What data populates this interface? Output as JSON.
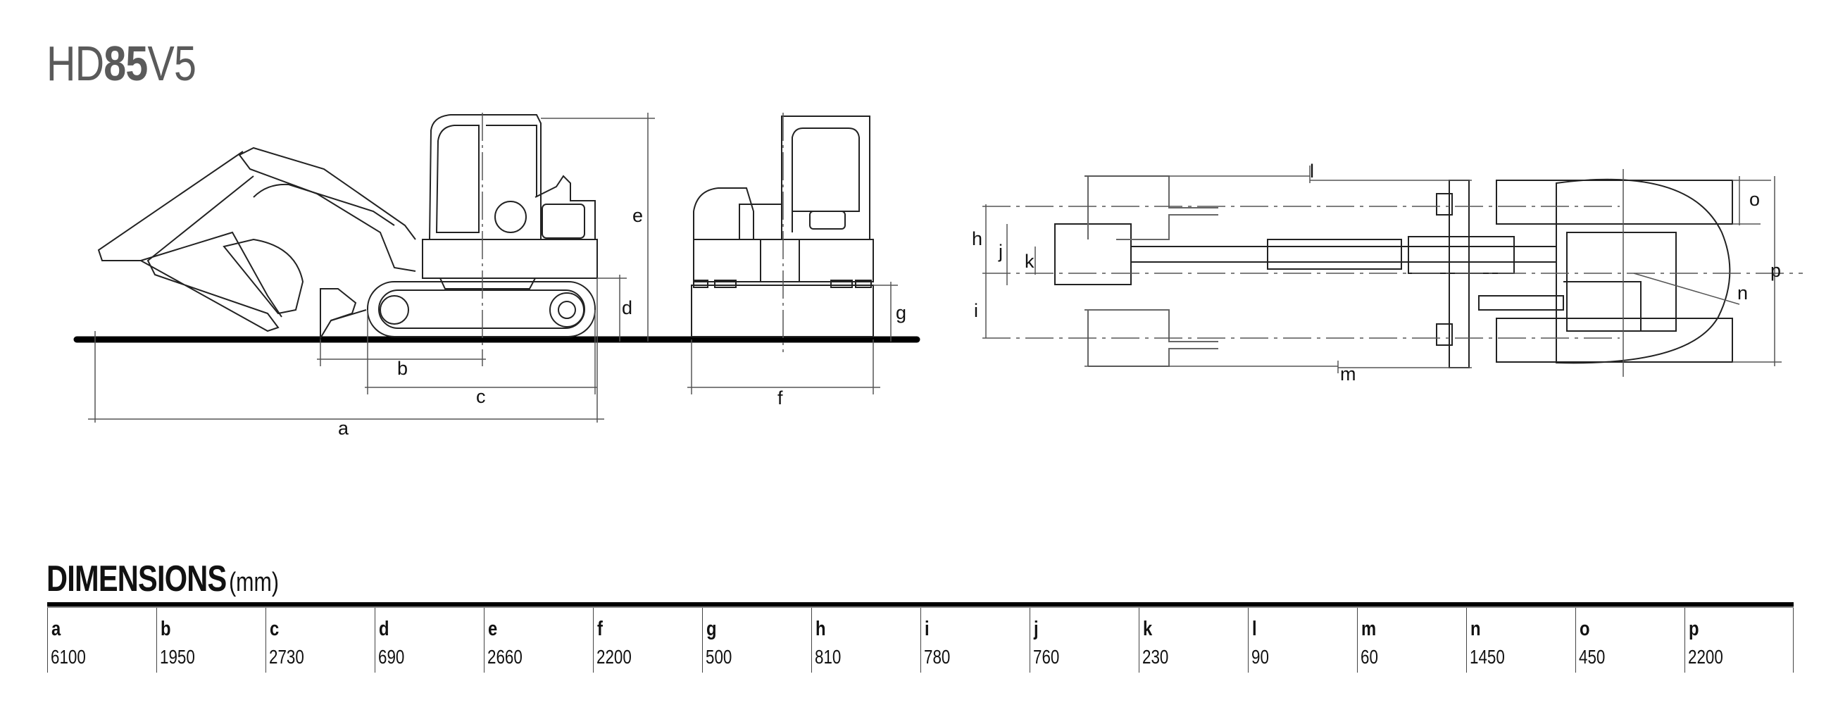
{
  "title": {
    "prefix": "HD",
    "bold": "85",
    "suffix": "V5"
  },
  "dimensions": {
    "heading": "DIMENSIONS",
    "unit": "(mm)",
    "columns": [
      {
        "key": "a",
        "value": "6100"
      },
      {
        "key": "b",
        "value": "1950"
      },
      {
        "key": "c",
        "value": "2730"
      },
      {
        "key": "d",
        "value": "690"
      },
      {
        "key": "e",
        "value": "2660"
      },
      {
        "key": "f",
        "value": "2200"
      },
      {
        "key": "g",
        "value": "500"
      },
      {
        "key": "h",
        "value": "810"
      },
      {
        "key": "i",
        "value": "780"
      },
      {
        "key": "j",
        "value": "760"
      },
      {
        "key": "k",
        "value": "230"
      },
      {
        "key": "l",
        "value": "90"
      },
      {
        "key": "m",
        "value": "60"
      },
      {
        "key": "n",
        "value": "1450"
      },
      {
        "key": "o",
        "value": "450"
      },
      {
        "key": "p",
        "value": "2200"
      }
    ]
  }
}
